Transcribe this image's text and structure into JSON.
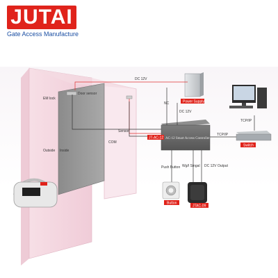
{
  "brand": {
    "name": "JUTAI",
    "tagline": "Gate Access Manufacture",
    "color": "#e0231b"
  },
  "diagram": {
    "controller": "AC-12 Smart Access Controller",
    "controller_tag": "JT-AC-12",
    "labels": {
      "dc12v_top": "DC 12V",
      "power_supply": "Power Supply",
      "nc": "NC",
      "dc12v_mid": "DC 12V",
      "em_lock": "EM lock",
      "door_sensor": "Door sensor",
      "sensor": "Sensor",
      "com": "COM",
      "outside": "Outside",
      "inside": "Inside",
      "tcpip": "TCP/IP",
      "tcpip_top": "TCP/IP",
      "switch": "Switch",
      "push_button": "Push Button",
      "wg_signal": "Wg/I Singal",
      "dc12v_output": "DC 12V Output",
      "button": "Button",
      "reader": "JTAC-09"
    }
  }
}
